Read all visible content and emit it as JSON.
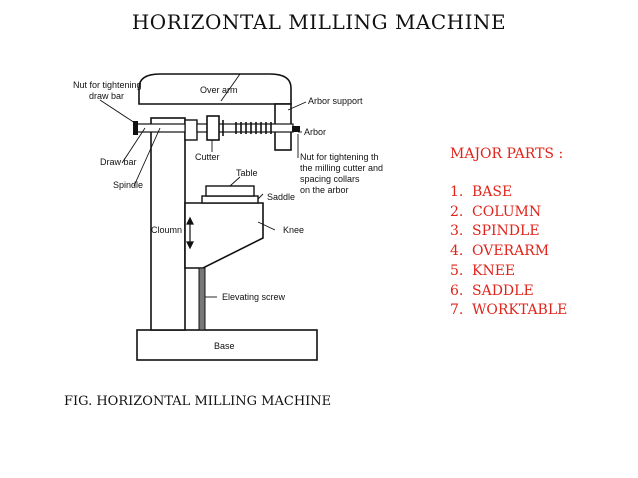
{
  "title": "HORIZONTAL MILLING MACHINE",
  "caption": "FIG. HORIZONTAL MILLING MACHINE",
  "major_parts": {
    "heading": "MAJOR PARTS :",
    "items": [
      {
        "num": "1.",
        "label": "BASE"
      },
      {
        "num": "2.",
        "label": "COLUMN"
      },
      {
        "num": "3.",
        "label": "SPINDLE"
      },
      {
        "num": "4.",
        "label": "OVERARM"
      },
      {
        "num": "5.",
        "label": "KNEE"
      },
      {
        "num": "6.",
        "label": "SADDLE"
      },
      {
        "num": "7.",
        "label": "WORKTABLE"
      }
    ]
  },
  "diagram_labels": {
    "nut_drawbar_1": "Nut for tightening",
    "nut_drawbar_2": "draw bar",
    "overarm": "Over arm",
    "arbor_support": "Arbor support",
    "arbor": "Arbor",
    "draw_bar": "Draw bar",
    "cutter": "Cutter",
    "nut_cutter_1": "Nut for tightening th",
    "nut_cutter_2": "the milling cutter and",
    "nut_cutter_3": "spacing collars",
    "nut_cutter_4": "on the arbor",
    "spindle": "Spindle",
    "table": "Table",
    "saddle": "Saddle",
    "column": "Cloumn",
    "knee": "Knee",
    "elevating_screw": "Elevating screw",
    "base": "Base"
  },
  "colors": {
    "title": "#111111",
    "parts_text": "#e0241b",
    "diagram_line": "#111111"
  }
}
